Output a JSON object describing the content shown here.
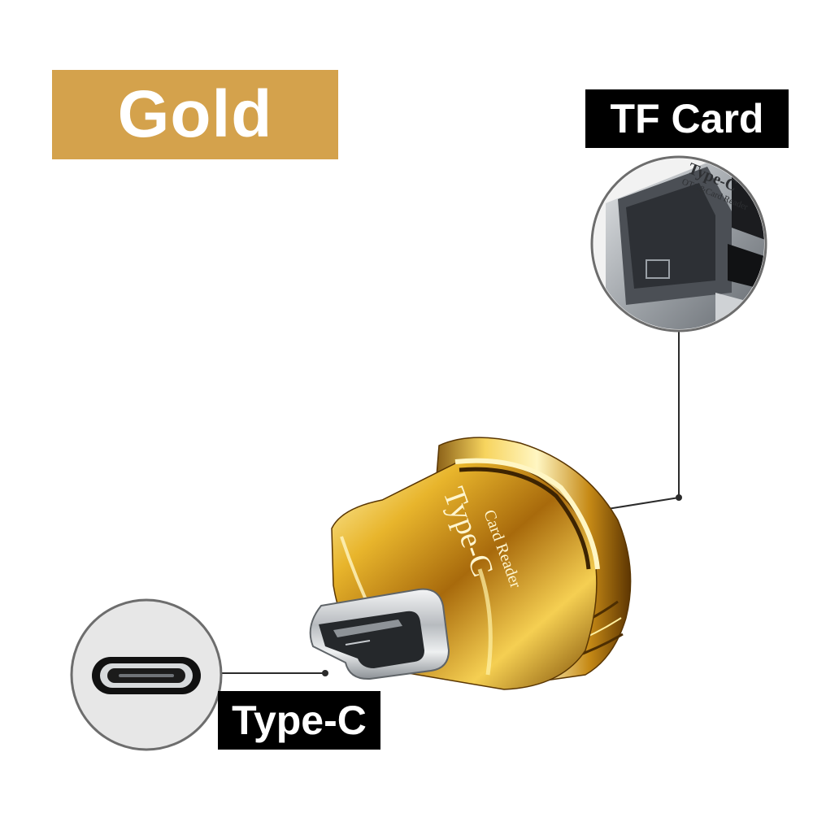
{
  "color_badge": {
    "text": "Gold",
    "background": "#d4a24c"
  },
  "callouts": {
    "tf_card": {
      "label": "TF Card"
    },
    "type_c": {
      "label": "Type-C"
    }
  },
  "device": {
    "engraving_main": "Type-C",
    "engraving_sub": "Card Reader"
  },
  "inset_detail": {
    "text_line_1": "Type-C",
    "text_line_2": "OTG&Card Reader"
  },
  "colors": {
    "gold_dark": "#8a5a08",
    "gold_mid": "#d9a321",
    "gold_light": "#fff1a6",
    "metal": "#c9cccf",
    "label_bg": "#000000"
  }
}
